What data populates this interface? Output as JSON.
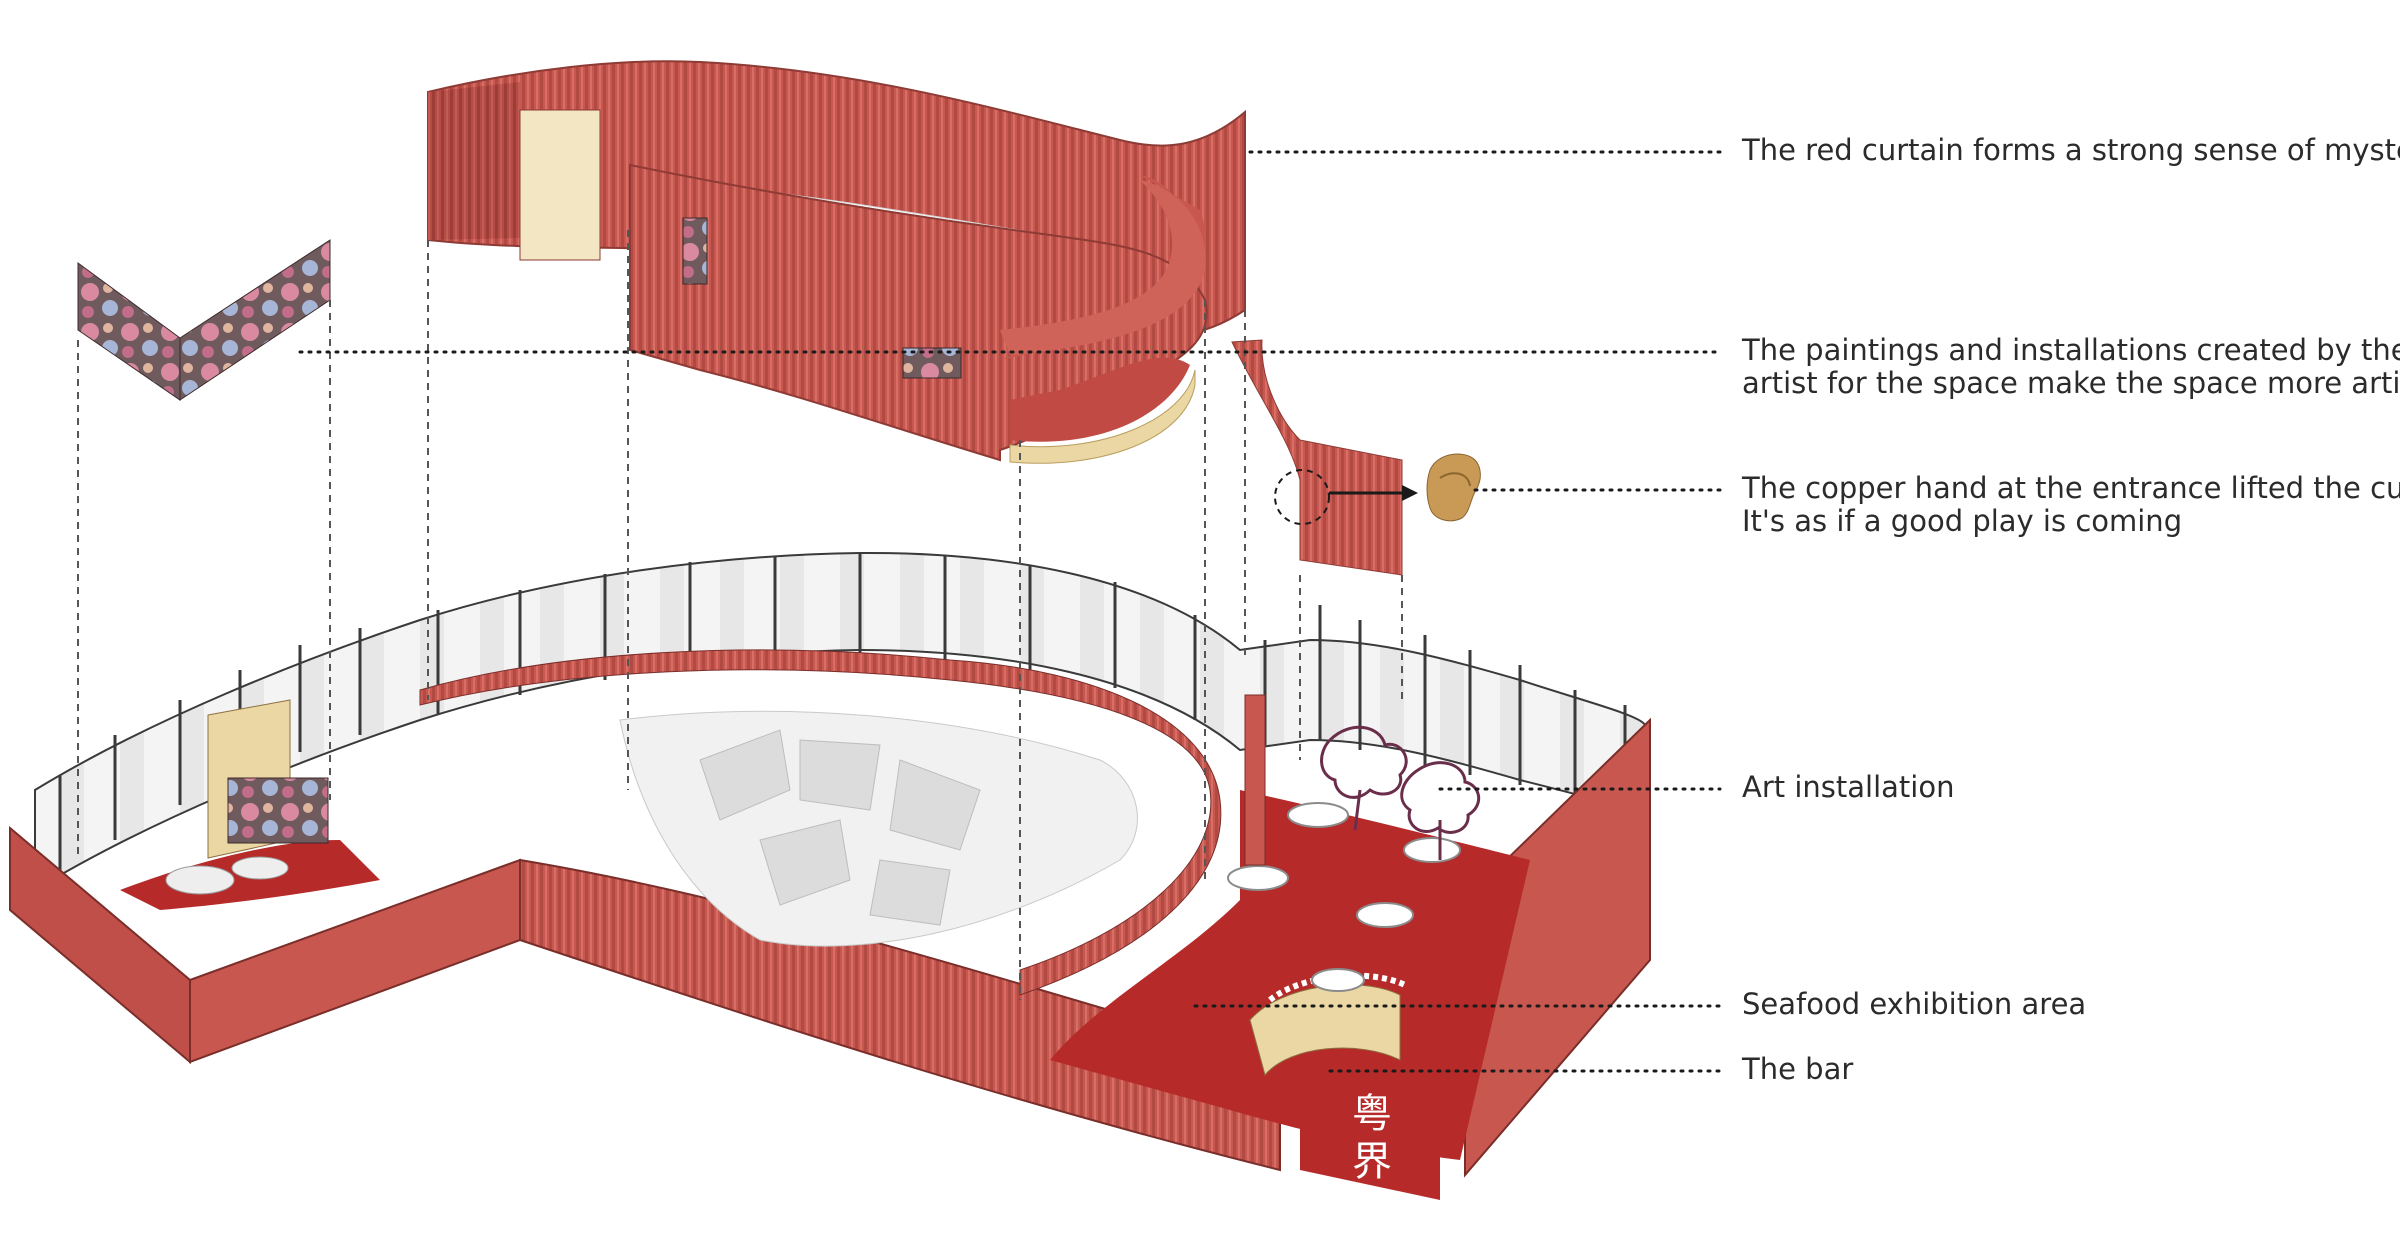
{
  "diagram": {
    "colors": {
      "curtain": "#c8574f",
      "curtain_dark": "#a9443e",
      "curtain_light": "#d66f66",
      "floor_red": "#b62a2a",
      "cream": "#ead7a4",
      "glass": "#f2f2f2",
      "white_wall": "#e8e8e8",
      "leader": "#1a1a1a",
      "painting_pink": "#d68a9a",
      "painting_dark": "#5b4a4a",
      "copper": "#c99a56"
    },
    "callouts": [
      {
        "id": "red-curtain",
        "lines": [
          "The red curtain forms a strong sense of mystery"
        ]
      },
      {
        "id": "paintings",
        "lines": [
          "The paintings and installations created by the",
          "artist for the space make the space more artistic"
        ]
      },
      {
        "id": "copper-hand",
        "lines": [
          "The copper hand at the entrance lifted the curtain",
          "It's as if a good play is coming"
        ]
      },
      {
        "id": "art-installation",
        "lines": [
          "Art installation"
        ]
      },
      {
        "id": "seafood",
        "lines": [
          "Seafood exhibition area"
        ]
      },
      {
        "id": "bar",
        "lines": [
          "The bar"
        ]
      }
    ],
    "logo": {
      "glyphs": [
        "粤",
        "界"
      ]
    }
  }
}
